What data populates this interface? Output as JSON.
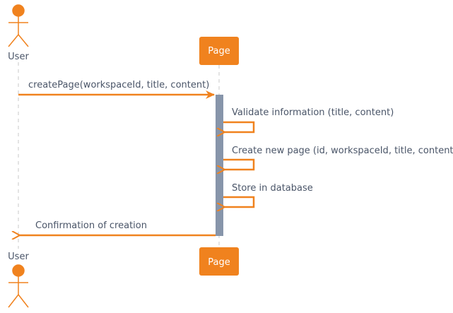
{
  "colors": {
    "accent": "#f0821e",
    "activation": "#8795aa",
    "lifeline": "#c8c8c8",
    "text": "#4a5568",
    "box_text": "#ffffff"
  },
  "participants": {
    "user": {
      "label": "User",
      "icon": "actor-stick-figure-icon"
    },
    "page": {
      "label": "Page"
    }
  },
  "messages": {
    "m1": "createPage(workspaceId, title, content)",
    "m2": "Validate information (title, content)",
    "m3": "Create new page (id, workspaceId, title, content)",
    "m4": "Store in database",
    "m5": "Confirmation of creation"
  }
}
